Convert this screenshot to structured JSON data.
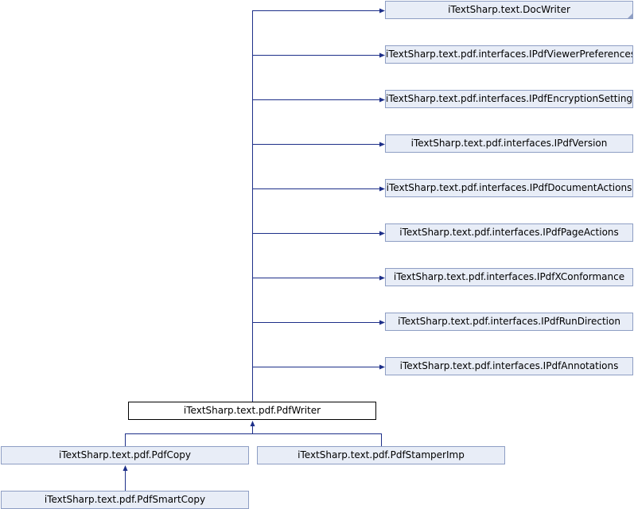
{
  "diagram": {
    "colors": {
      "edge": "#1d2f89",
      "node_fill": "#e8edf7",
      "node_border": "#8e9ec4",
      "current_border": "#000000"
    },
    "bases": [
      {
        "label": "iTextSharp.text.DocWriter",
        "truncated": true
      },
      {
        "label": "iTextSharp.text.pdf.interfaces.IPdfViewerPreferences"
      },
      {
        "label": "iTextSharp.text.pdf.interfaces.IPdfEncryptionSettings"
      },
      {
        "label": "iTextSharp.text.pdf.interfaces.IPdfVersion"
      },
      {
        "label": "iTextSharp.text.pdf.interfaces.IPdfDocumentActions"
      },
      {
        "label": "iTextSharp.text.pdf.interfaces.IPdfPageActions"
      },
      {
        "label": "iTextSharp.text.pdf.interfaces.IPdfXConformance"
      },
      {
        "label": "iTextSharp.text.pdf.interfaces.IPdfRunDirection"
      },
      {
        "label": "iTextSharp.text.pdf.interfaces.IPdfAnnotations"
      }
    ],
    "current": {
      "label": "iTextSharp.text.pdf.PdfWriter"
    },
    "derived": [
      {
        "label": "iTextSharp.text.pdf.PdfCopy"
      },
      {
        "label": "iTextSharp.text.pdf.PdfStamperImp"
      }
    ],
    "grandchild": {
      "label": "iTextSharp.text.pdf.PdfSmartCopy"
    }
  }
}
